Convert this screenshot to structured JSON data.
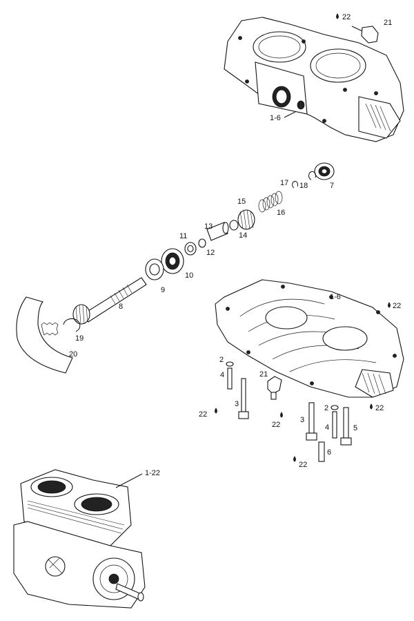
{
  "labels": {
    "top_22": "22",
    "top_21": "21",
    "top_1_6": "1-6",
    "p7": "7",
    "p17": "17",
    "p18": "18",
    "p16": "16",
    "p15": "15",
    "p14": "14",
    "p13": "13",
    "p12": "12",
    "p11": "11",
    "p10": "10",
    "p9": "9",
    "p8": "8",
    "p19": "19",
    "p20": "20",
    "mid_1_6": "1-6",
    "mid_22_right": "22",
    "p2_left": "2",
    "p4_left": "4",
    "p21_mid": "21",
    "p3_left": "3",
    "p22_left": "22",
    "p22_center": "22",
    "p3_center": "3",
    "p2_right": "2",
    "p4_right": "4",
    "p22_right": "22",
    "p5": "5",
    "p6": "6",
    "p22_bottom": "22",
    "engine_1_22": "1-22"
  }
}
